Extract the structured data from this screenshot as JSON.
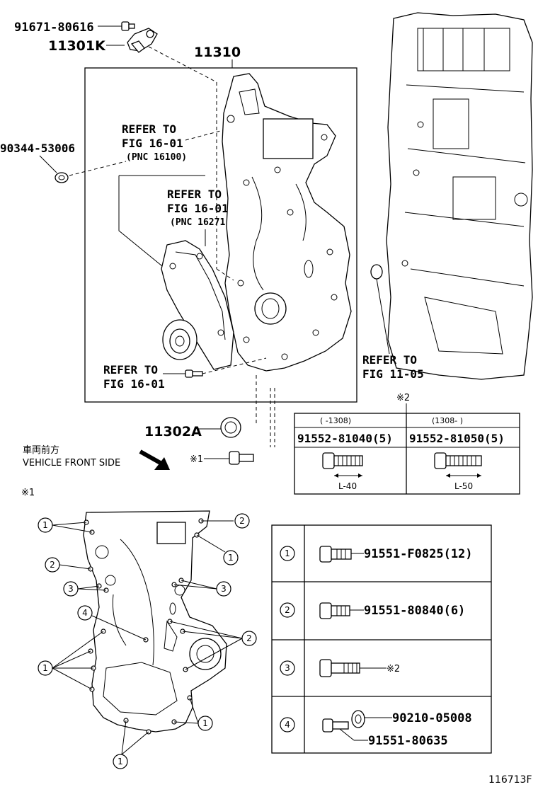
{
  "diagram_id": "116713F",
  "part_labels": {
    "bolt_top": "91671-80616",
    "sensor": "11301K",
    "cover": "11310",
    "plug": "90344-53006",
    "seal": "11302A",
    "mark1_ref": "※1"
  },
  "refer_notes": {
    "ref1_line1": "REFER TO",
    "ref1_line2": "FIG 16-01",
    "ref1_line3": "(PNC 16100)",
    "ref2_line1": "REFER TO",
    "ref2_line2": "FIG 16-01",
    "ref2_line3": "(PNC 16271)",
    "ref3_line1": "REFER TO",
    "ref3_line2": "FIG 16-01",
    "ref4_line1": "REFER TO",
    "ref4_line2": "FIG 11-05"
  },
  "vehicle_front": {
    "jp": "車両前方",
    "en": "VEHICLE FRONT SIDE"
  },
  "mark2_table": {
    "mark": "※2",
    "col1_range": "(     -1308)",
    "col2_range": "(1308-       )",
    "col1_part": "91552-81040(5)",
    "col2_part": "91552-81050(5)",
    "col1_len": "L-40",
    "col2_len": "L-50"
  },
  "mark1_heading": "※1",
  "bolt_table": [
    {
      "num": "1",
      "part": "91551-F0825(12)"
    },
    {
      "num": "2",
      "part": "91551-80840(6)"
    },
    {
      "num": "3",
      "part": "※2"
    },
    {
      "num": "4",
      "part": "90210-05008",
      "part2": "91551-80635"
    }
  ],
  "callout_nums": {
    "one": "1",
    "two": "2",
    "three": "3",
    "four": "4"
  }
}
